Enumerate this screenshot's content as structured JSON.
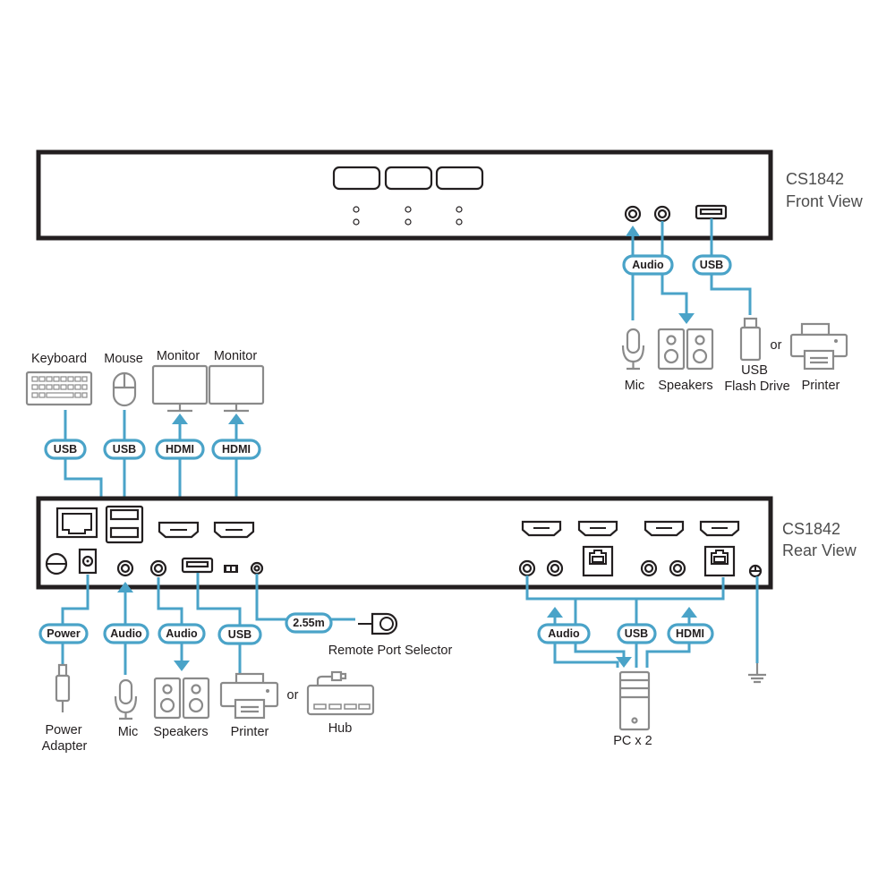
{
  "front": {
    "model": "CS1842",
    "view": "Front View",
    "pills": {
      "audio": "Audio",
      "usb": "USB"
    },
    "labels": {
      "mic": "Mic",
      "speakers": "Speakers",
      "flash_line1": "USB",
      "flash_line2": "Flash Drive",
      "or": "or",
      "printer": "Printer"
    }
  },
  "rear": {
    "model": "CS1842",
    "view": "Rear View",
    "console": {
      "labels": {
        "keyboard": "Keyboard",
        "mouse": "Mouse",
        "monitor1": "Monitor",
        "monitor2": "Monitor"
      },
      "pills": {
        "kb_usb": "USB",
        "mouse_usb": "USB",
        "hdmi1": "HDMI",
        "hdmi2": "HDMI"
      }
    },
    "bottom": {
      "pills": {
        "power": "Power",
        "mic_audio": "Audio",
        "spk_audio": "Audio",
        "usb": "USB",
        "cable": "2.55m"
      },
      "labels": {
        "power_line1": "Power",
        "power_line2": "Adapter",
        "mic": "Mic",
        "speakers": "Speakers",
        "printer": "Printer",
        "or": "or",
        "hub": "Hub",
        "remote": "Remote Port Selector"
      }
    },
    "pc": {
      "pills": {
        "audio": "Audio",
        "usb": "USB",
        "hdmi": "HDMI"
      },
      "label": "PC x 2"
    }
  },
  "colors": {
    "wire": "#4aa3c8",
    "device": "#231f20",
    "icon": "#8a8a8a"
  }
}
